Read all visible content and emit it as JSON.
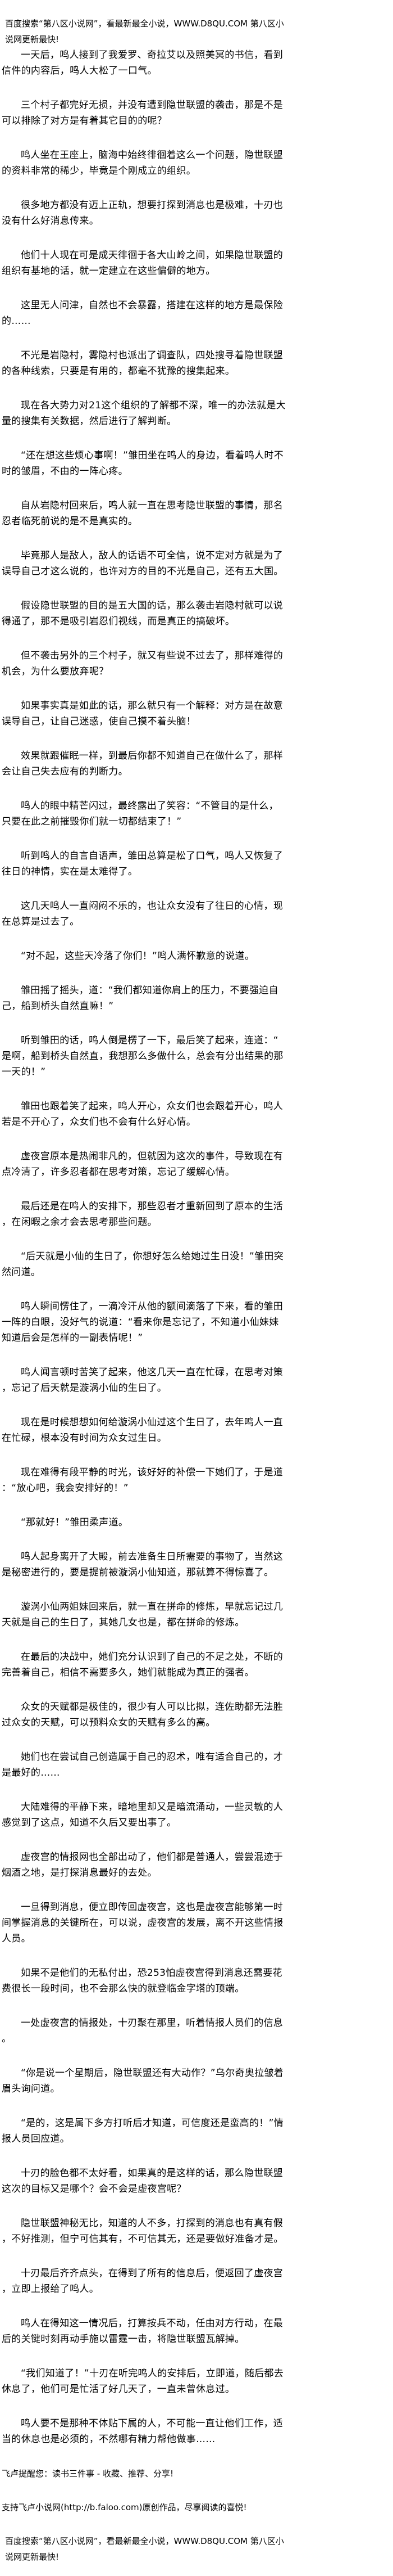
{
  "banner": "百度搜索“第八区小说网”，看最新最全小说，WWW.D8QU.COM  第八区小说网更新最快!",
  "paragraphs": [
    "一天后，鸣人接到了我爱罗、奇拉艾以及照美冥的书信，看到信件的内容后，鸣人大松了一口气。",
    "三个村子都完好无损，并没有遭到隐世联盟的袭击，那是不是可以排除了对方是有着其它目的的呢？",
    "鸣人坐在王座上，脑海中始终徘徊着这么一个问题，隐世联盟的资料非常的稀少，毕竟是个刚成立的组织。",
    "很多地方都没有迈上正轨，想要打探到消息也是极难，十刃也没有什么好消息传来。",
    "他们十人现在可是成天徘徊于各大山岭之间，如果隐世联盟的组织有基地的话，就一定建立在这些偏僻的地方。",
    "这里无人问津，自然也不会暴露，搭建在这样的地方是最保险的……",
    "不光是岩隐村，雾隐村也派出了调查队，四处搜寻着隐世联盟的各种线索，只要是有用的，都毫不犹豫的搜集起来。",
    "现在各大势力对21这个组织的了解都不深，唯一的办法就是大量的搜集有关数据，然后进行了解判断。",
    "“还在想这些烦心事啊！”雏田坐在鸣人的身边，看着鸣人时不时的皱眉，不由的一阵心疼。",
    "自从岩隐村回来后，鸣人就一直在思考隐世联盟的事情，那名忍者临死前说的是不是真实的。",
    "毕竟那人是敌人，敌人的话语不可全信，说不定对方就是为了误导自己才这么说的，也许对方的目的不光是自己，还有五大国。",
    "假设隐世联盟的目的是五大国的话，那么袭击岩隐村就可以说得通了，那不是吸引岩忍们视线，而是真正的搞破坏。",
    "但不袭击另外的三个村子，就又有些说不过去了，那样难得的机会，为什么要放弃呢？",
    "如果事实真是如此的话，那么就只有一个解释：对方是在故意误导自己，让自己迷惑，使自己摸不着头脑！",
    "效果就跟催眠一样，到最后你都不知道自己在做什么了，那样会让自己失去应有的判断力。",
    "鸣人的眼中精芒闪过，最终露出了笑容：“不管目的是什么，只要在此之前摧毁你们就一切都结束了！”",
    "听到鸣人的自言自语声，雏田总算是松了口气，鸣人又恢复了往日的神情，实在是太难得了。",
    "这几天鸣人一直闷闷不乐的，也让众女没有了往日的心情，现在总算是过去了。",
    "“对不起，这些天冷落了你们！”鸣人满怀歉意的说道。",
    "雏田摇了摇头，道：“我们都知道你肩上的压力，不要强迫自己，船到桥头自然直嘛！”",
    "听到雏田的话，鸣人倒是楞了一下，最后笑了起来，连道：“是啊，船到桥头自然直，我想那么多做什么，总会有分出结果的那一天的！”",
    "雏田也跟着笑了起来，鸣人开心，众女们也会跟着开心，鸣人若是不开心了，众女们也不会有什么好心情。",
    "虚夜宫原本是热闹非凡的，但就因为这次的事件，导致现在有点冷清了，许多忍者都在思考对策，忘记了缓解心情。",
    "最后还是在鸣人的安排下，那些忍者才重新回到了原本的生活，在闲暇之余才会去思考那些问题。",
    "“后天就是小仙的生日了，你想好怎么给她过生日没！”雏田突然问道。",
    "鸣人瞬间愣住了，一滴冷汗从他的额间滴落了下来，看的雏田一阵的白眼，没好气的说道：“看来你是忘记了，不知道小仙妹妹知道后会是怎样的一副表情呢！”",
    "鸣人闻言顿时苦笑了起来，他这几天一直在忙碌，在思考对策，忘记了后天就是漩涡小仙的生日了。",
    "现在是时候想想如何给漩涡小仙过这个生日了，去年鸣人一直在忙碌，根本没有时间为众女过生日。",
    "现在难得有段平静的时光，该好好的补偿一下她们了，于是道：“放心吧，我会安排好的！”",
    "“那就好！”雏田柔声道。",
    "鸣人起身离开了大殿，前去准备生日所需要的事物了，当然这是秘密进行的，要是提前被漩涡小仙知道，那就算不得惊喜了。",
    "漩涡小仙两姐妹回来后，就一直在拼命的修炼，早就忘记过几天就是自己的生日了，其她几女也是，都在拼命的修炼。",
    "在最后的决战中，她们充分认识到了自己的不足之处，不断的完善着自己，相信不需要多久，她们就能成为真正的强者。",
    "众女的天赋都是极佳的，很少有人可以比拟，连佐助都无法胜过众女的天赋，可以预料众女的天赋有多么的高。",
    "她们也在尝试自己创造属于自己的忍术，唯有适合自己的，才是最好的……",
    "大陆难得的平静下来，暗地里却又是暗流涌动，一些灵敏的人感觉到了这点，知道不久后又要出事了。",
    "虚夜宫的情报网也全部出动了，他们都是普通人，尝尝混迹于烟酒之地，是打探消息最好的去处。",
    "一旦得到消息，便立即传回虚夜宫，这也是虚夜宫能够第一时间掌握消息的关键所在，可以说，虚夜宫的发展，离不开这些情报人员。",
    "如果不是他们的无私付出，恐253怕虚夜宫得到消息还需要花费很长一段时间，也不会那么快的就登临金字塔的顶端。",
    "一处虚夜宫的情报处，十刃聚在那里，听着情报人员们的信息。",
    "“你是说一个星期后，隐世联盟还有大动作？”乌尔奇奥拉皱着眉头询问道。",
    "“是的，这是属下多方打听后才知道，可信度还是蛮高的！”情报人员回应道。",
    "十刃的脸色都不太好看，如果真的是这样的话，那么隐世联盟这次的目标又是哪个？会不会是虚夜宫呢？",
    "隐世联盟神秘无比，知道的人不多，打探到的消息也有真有假，不好推测，但宁可信其有，不可信其无，还是要做好准备才是。",
    "十刃最后齐齐点头，在得到了所有的信息后，便返回了虚夜宫，立即上报给了鸣人。",
    "鸣人在得知这一情况后，打算按兵不动，任由对方行动，在最后的关键时刻再动手施以雷霆一击，将隐世联盟瓦解掉。",
    "“我们知道了！”十刃在听完鸣人的安排后，立即道，随后都去休息了，他们可是忙活了好几天了，一直未曾休息过。",
    "鸣人要不是那种不体贴下属的人，不可能一直让他们工作，适当的休息也是必须的，不然哪有精力帮他做事……"
  ],
  "footer": {
    "reminder": "飞卢提醒您：读书三件事 - 收藏、推荐、分享!",
    "support": "支持飞卢小说网(http://b.faloo.com)原创作品，尽享阅读的喜悦!",
    "banner": "百度搜索“第八区小说网”，看最新最全小说，WWW.D8QU.COM  第八区小说网更新最快!"
  }
}
